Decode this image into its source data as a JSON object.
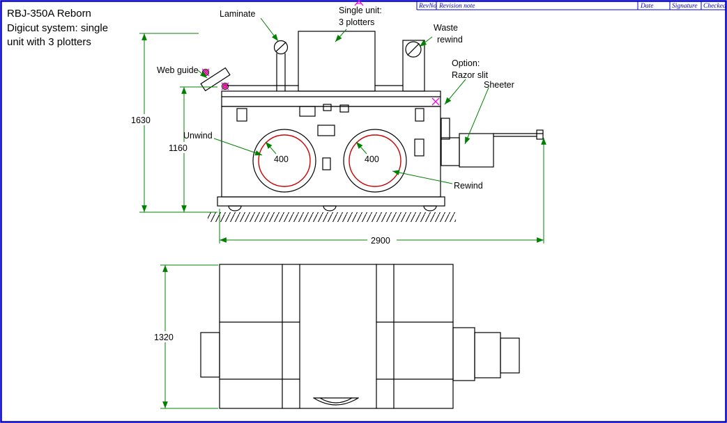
{
  "colors": {
    "border": "#0000c8",
    "drawing": "#000000",
    "dimension": "#008000",
    "accent_red": "#cc0000",
    "accent_magenta": "#ee00ee",
    "table_blue": "#0000c8"
  },
  "title": {
    "line1": "RBJ-350A Reborn",
    "line2": "Digicut system: single",
    "line3": "unit with 3 plotters"
  },
  "revision_table": {
    "rev_no": "RevNo",
    "revision_note": "Revision note",
    "date": "Date",
    "signature": "Signature",
    "checked": "Checked"
  },
  "labels": {
    "laminate": "Laminate",
    "single_unit_line1": "Single unit:",
    "single_unit_line2": "3 plotters",
    "waste_line1": "Waste",
    "waste_line2": "rewind",
    "web_guide": "Web guide",
    "option_line1": "Option:",
    "option_line2": "Razor slit",
    "sheeter": "Sheeter",
    "unwind": "Unwind",
    "rewind": "Rewind"
  },
  "dimensions": {
    "overall_height": "1630",
    "unwind_height": "1160",
    "roll_diameter_left": "400",
    "roll_diameter_right": "400",
    "overall_length": "2900",
    "overall_width": "1320"
  }
}
